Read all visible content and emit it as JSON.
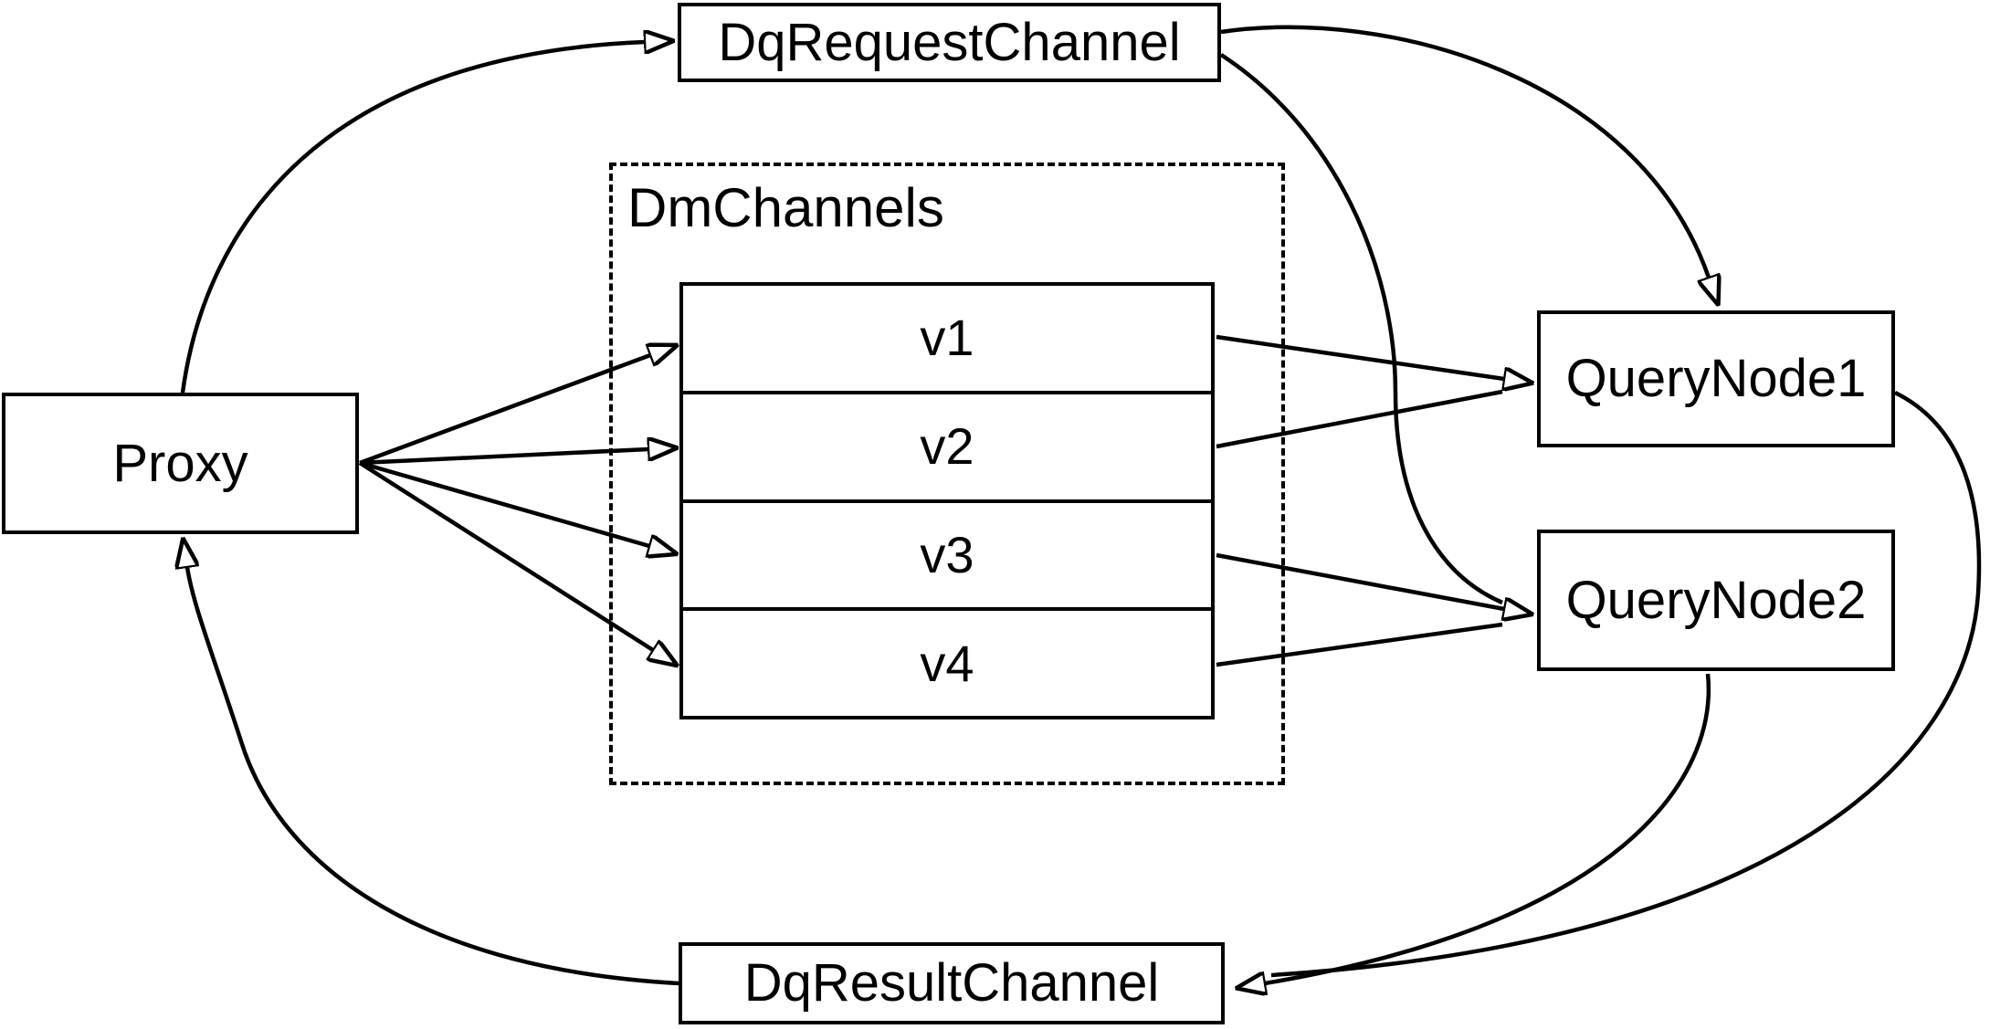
{
  "diagram": {
    "nodes": {
      "proxy": {
        "label": "Proxy"
      },
      "dqRequestChannel": {
        "label": "DqRequestChannel"
      },
      "dmChannels": {
        "label": "DmChannels",
        "rows": [
          "v1",
          "v2",
          "v3",
          "v4"
        ]
      },
      "queryNode1": {
        "label": "QueryNode1"
      },
      "queryNode2": {
        "label": "QueryNode2"
      },
      "dqResultChannel": {
        "label": "DqResultChannel"
      }
    },
    "edges": [
      {
        "from": "Proxy",
        "to": "DqRequestChannel"
      },
      {
        "from": "DqRequestChannel",
        "to": "QueryNode1"
      },
      {
        "from": "DqRequestChannel",
        "to": "QueryNode2"
      },
      {
        "from": "Proxy",
        "to": "v1"
      },
      {
        "from": "Proxy",
        "to": "v2"
      },
      {
        "from": "Proxy",
        "to": "v3"
      },
      {
        "from": "Proxy",
        "to": "v4"
      },
      {
        "from": "v1",
        "to": "QueryNode1"
      },
      {
        "from": "v2",
        "to": "QueryNode1"
      },
      {
        "from": "v3",
        "to": "QueryNode2"
      },
      {
        "from": "v4",
        "to": "QueryNode2"
      },
      {
        "from": "QueryNode1",
        "to": "DqResultChannel"
      },
      {
        "from": "QueryNode2",
        "to": "DqResultChannel"
      },
      {
        "from": "DqResultChannel",
        "to": "Proxy"
      }
    ],
    "colors": {
      "stroke": "#000000",
      "fill": "#ffffff",
      "text": "#000000"
    }
  }
}
